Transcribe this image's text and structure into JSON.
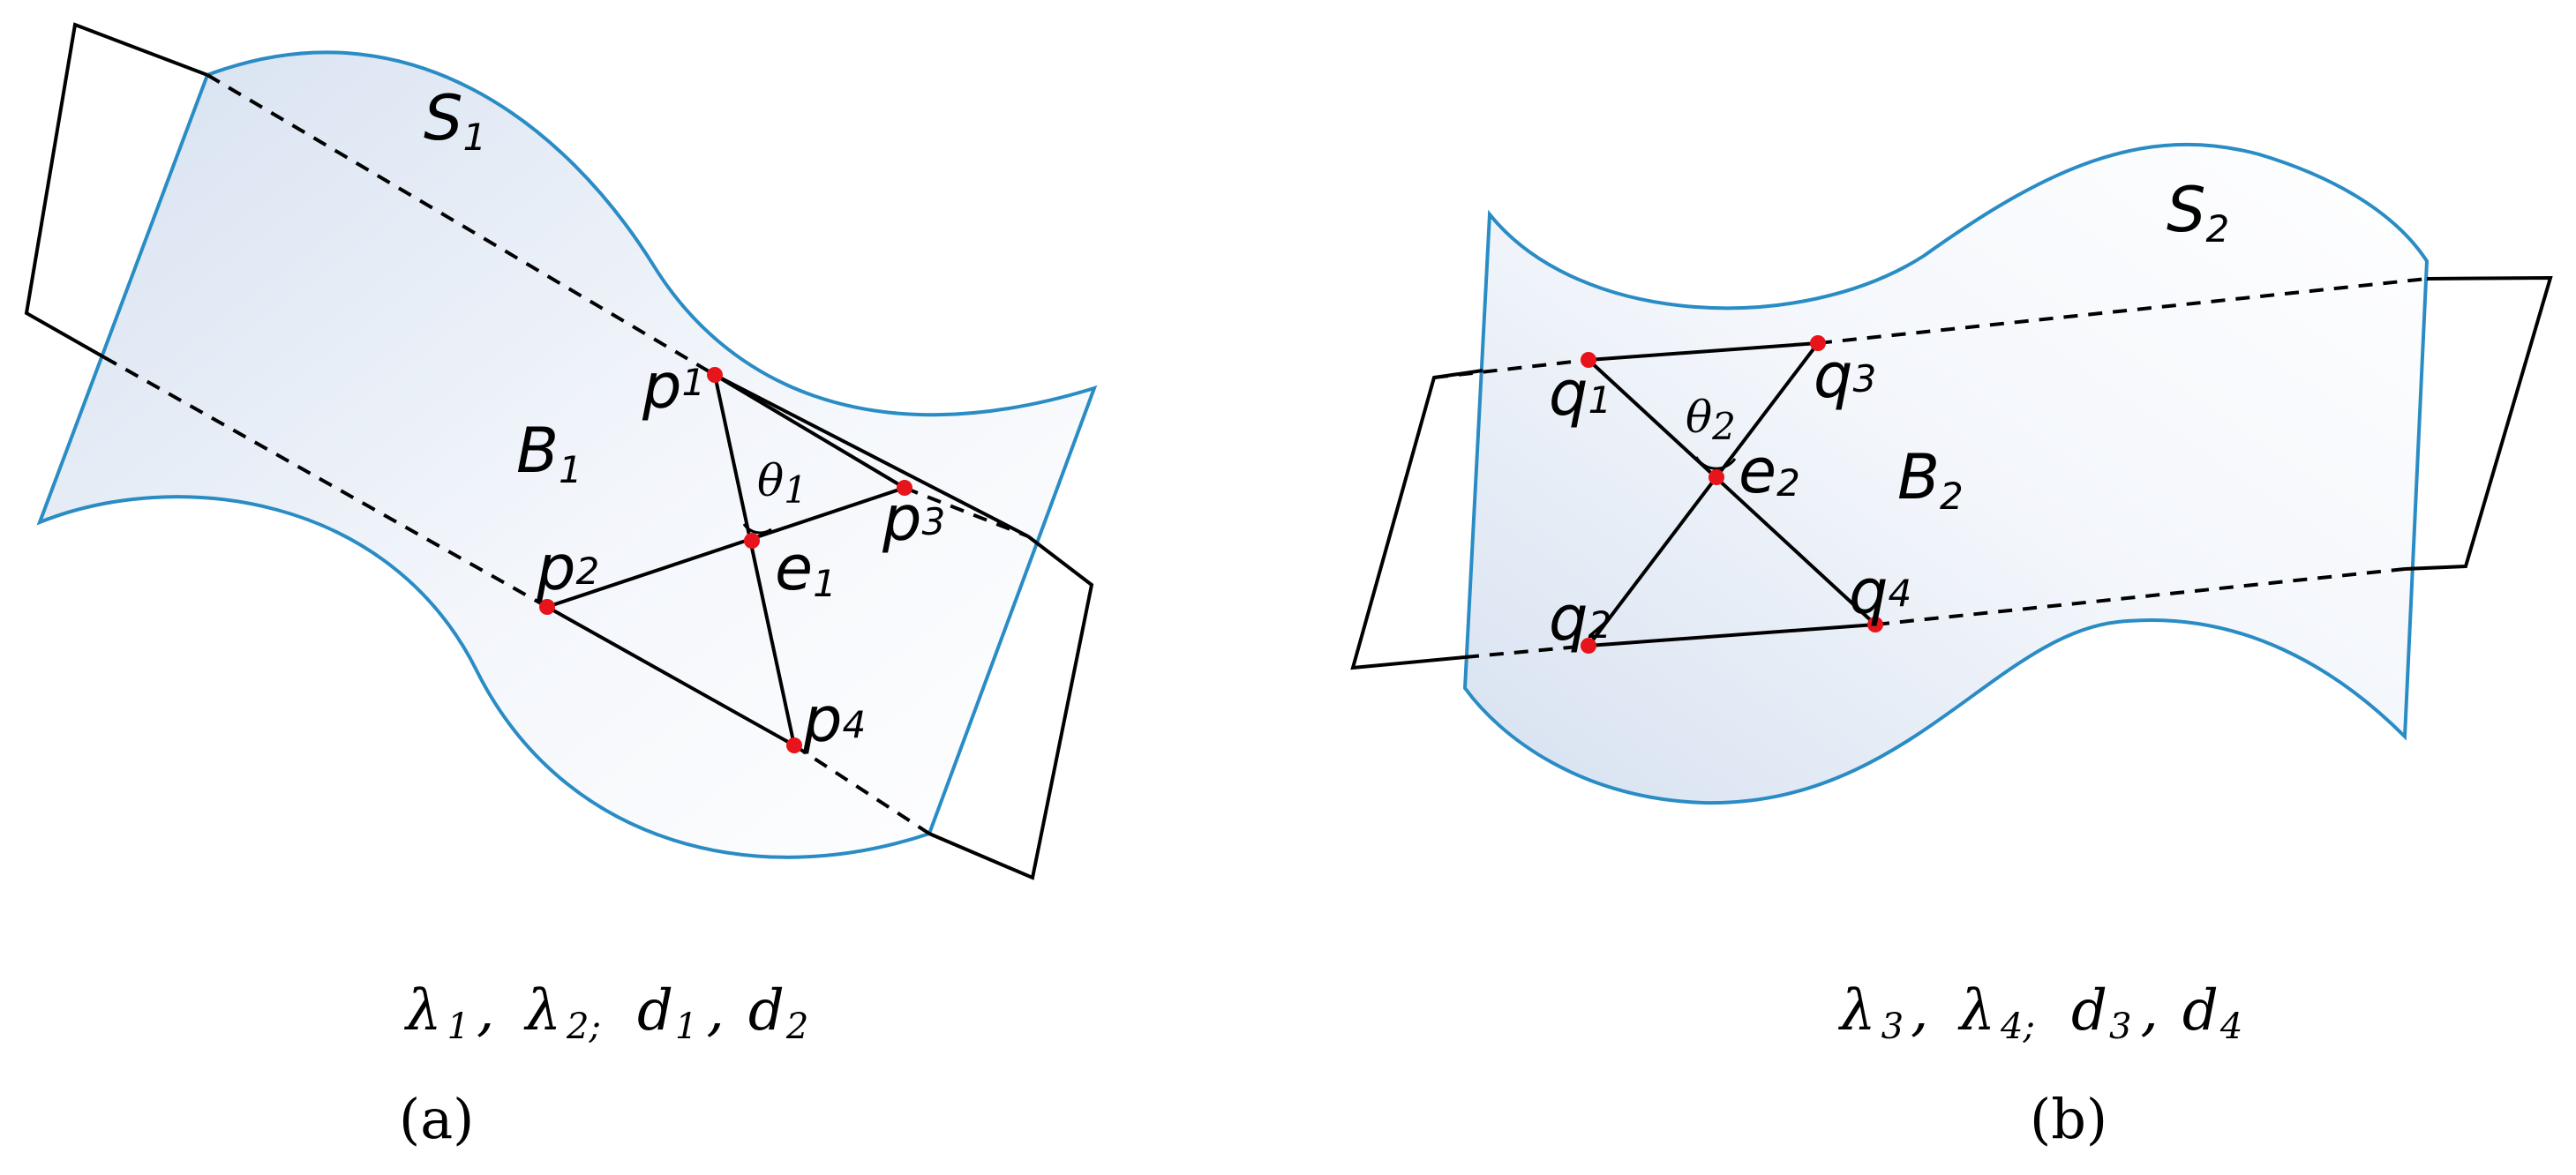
{
  "panel_a": {
    "surface_label": "S",
    "surface_sub": "1",
    "plane_label": "B",
    "plane_sub": "1",
    "points": [
      {
        "name": "p",
        "sub": "1"
      },
      {
        "name": "p",
        "sub": "2"
      },
      {
        "name": "p",
        "sub": "3"
      },
      {
        "name": "p",
        "sub": "4"
      }
    ],
    "center": {
      "name": "e",
      "sub": "1"
    },
    "angle": {
      "name": "θ",
      "sub": "1"
    },
    "caption": [
      {
        "sym": "λ",
        "sub": "1",
        "sep": ","
      },
      {
        "sym": "λ",
        "sub": "2;",
        "sep": ""
      },
      {
        "sym": "d",
        "sub": "1",
        "sep": ","
      },
      {
        "sym": "d",
        "sub": "2",
        "sep": ""
      }
    ],
    "panel_label": "(a)"
  },
  "panel_b": {
    "surface_label": "S",
    "surface_sub": "2",
    "plane_label": "B",
    "plane_sub": "2",
    "points": [
      {
        "name": "q",
        "sub": "1"
      },
      {
        "name": "q",
        "sub": "2"
      },
      {
        "name": "q",
        "sub": "3"
      },
      {
        "name": "q",
        "sub": "4"
      }
    ],
    "center": {
      "name": "e",
      "sub": "2"
    },
    "angle": {
      "name": "θ",
      "sub": "2"
    },
    "caption": [
      {
        "sym": "λ",
        "sub": "3",
        "sep": ","
      },
      {
        "sym": "λ",
        "sub": "4;",
        "sep": ""
      },
      {
        "sym": "d",
        "sub": "3",
        "sep": ","
      },
      {
        "sym": "d",
        "sub": "4",
        "sep": ""
      }
    ],
    "panel_label": "(b)"
  },
  "colors": {
    "surface_stroke": "#2a8cc4",
    "surface_fill_light": "#ffffff",
    "surface_fill_dark": "#d9e3f1",
    "plane_stroke": "#000000",
    "point": "#e8141b"
  }
}
